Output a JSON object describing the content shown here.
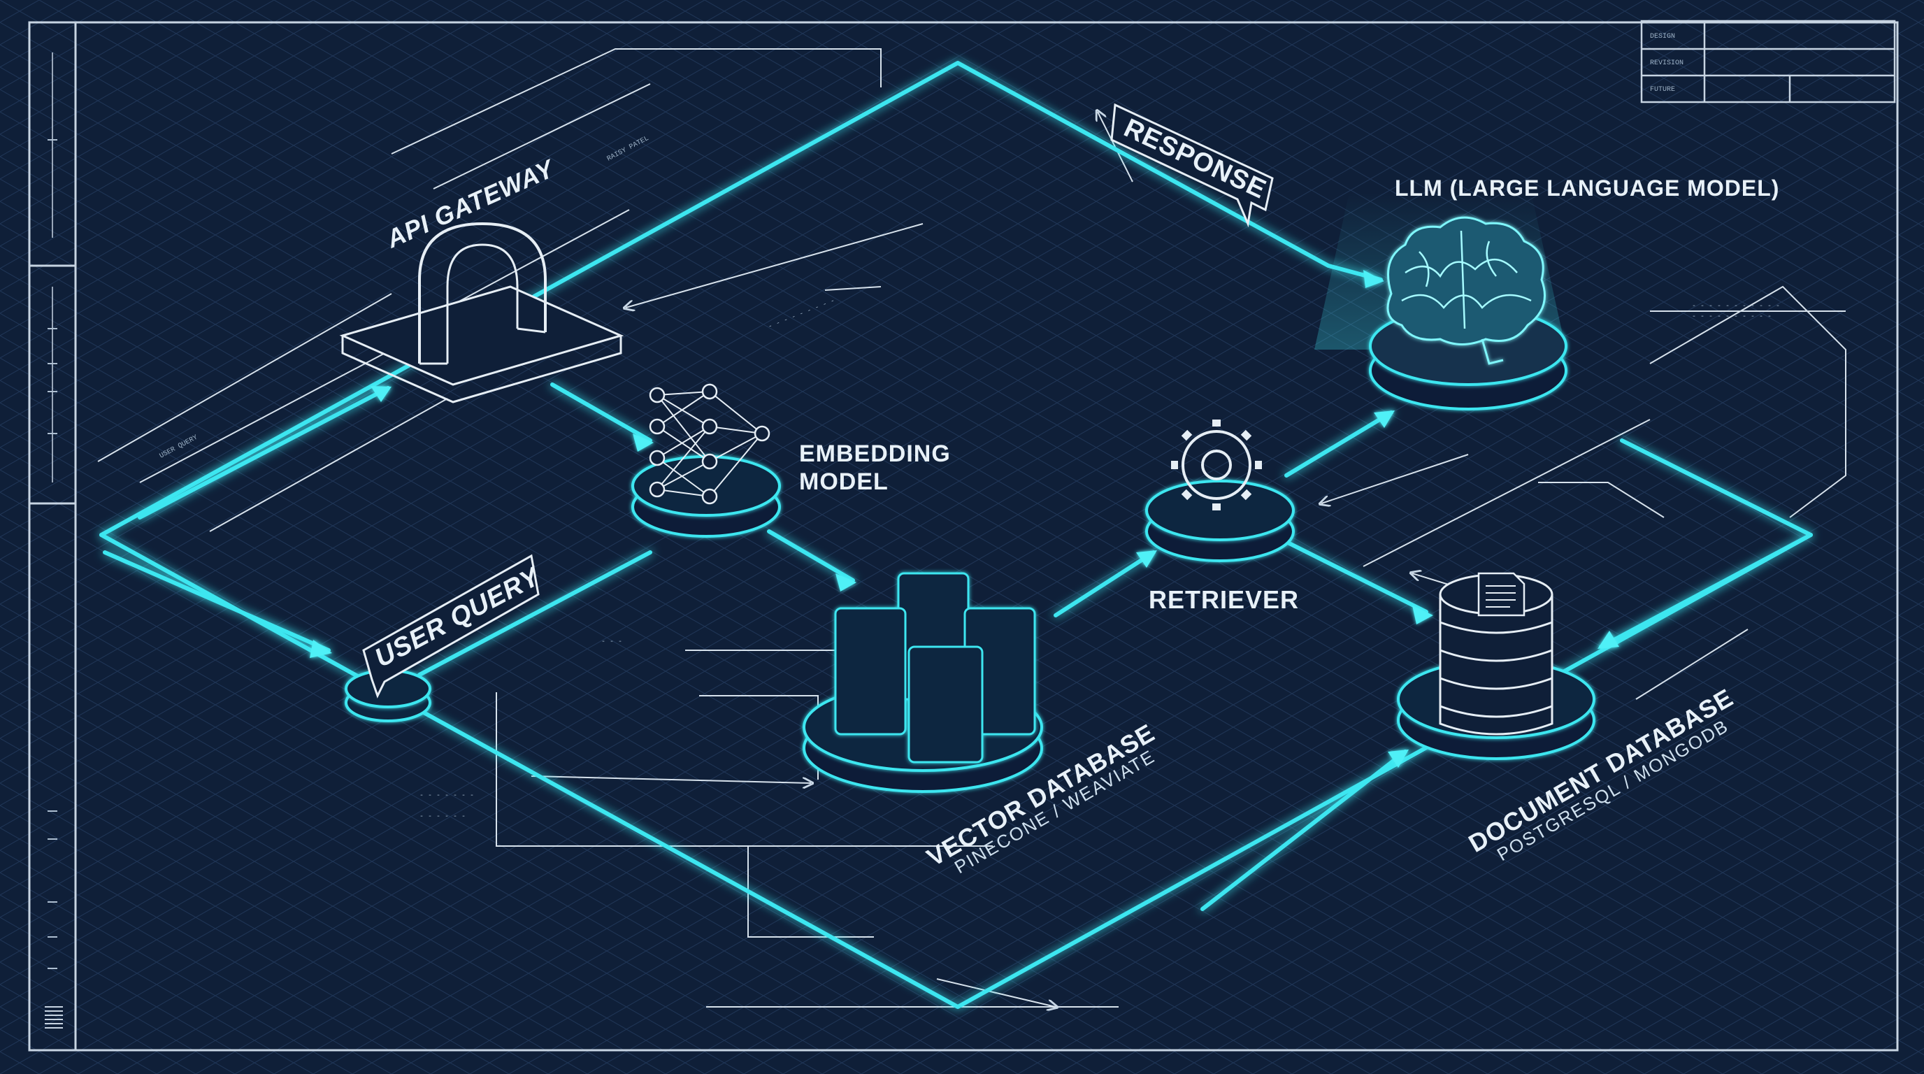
{
  "nodes": {
    "api_gateway": "API GATEWAY",
    "embedding_model": [
      "EMBEDDING",
      "MODEL"
    ],
    "retriever": "RETRIEVER",
    "llm": "LLM (LARGE LANGUAGE MODEL)",
    "user_query": "USER QUERY",
    "response": "RESPONSE",
    "vector_db": {
      "title": "VECTOR DATABASE",
      "subtitle": "PINECONE / WEAVIATE"
    },
    "document_db": {
      "title": "DOCUMENT DATABASE",
      "subtitle": "POSTGRESQL / MONGODB"
    }
  },
  "annotations": {
    "user_query_small": "USER QUERY"
  },
  "title_block": [
    "DESIGN",
    "REVISION",
    "FUTURE"
  ],
  "colors": {
    "background": "#0f1f38",
    "accent": "#3ee6f0",
    "line": "#dfe9f2"
  }
}
